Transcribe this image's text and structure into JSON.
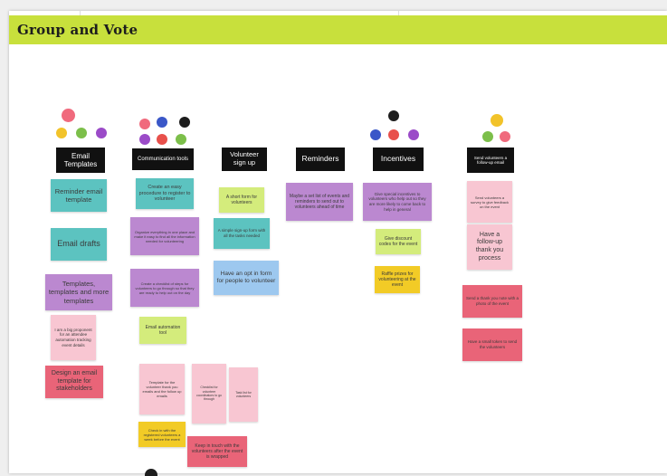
{
  "frame": {
    "title": "Group and Vote"
  },
  "colors": {
    "header_green": "#c8e03c",
    "teal": "#5cc3c0",
    "purple": "#bb88d0",
    "pink": "#f8c6d2",
    "red": "#e96478",
    "yellow": "#f2cb26",
    "lime": "#d4ec7c",
    "blue": "#9dc8ef"
  },
  "columns": {
    "email_templates": {
      "header": "Email Templates",
      "notes": [
        "Reminder email template",
        "Email drafts",
        "Templates, templates and more templates",
        "I am a big proponent for an attendee automation tracking event details",
        "Design an email template for stakeholders"
      ]
    },
    "communication": {
      "header": "Communication tools",
      "notes": [
        "Create an easy procedure to register to volunteer",
        "Organize everything in one place and make it easy to find all the information needed for volunteering",
        "Create a checklist of steps for volunteers to go through so that they are ready to help out on the day",
        "Email automation tool",
        "Template for the volunteer thank you emails and the follow up emails",
        "Checklist for volunteer coordinators to go through",
        "Task list for volunteers",
        "Check in with the registered volunteers a week before the event",
        "Keep in touch with the volunteers after the event is wrapped"
      ]
    },
    "volunteer_signup": {
      "header": "Volunteer sign up",
      "notes": [
        "A short form for volunteers",
        "A simple sign-up form with all the tasks needed",
        "Have an opt in form for people to volunteer"
      ]
    },
    "reminders": {
      "header": "Reminders",
      "notes": [
        "Maybe a set list of events and reminders to send out to volunteers ahead of time"
      ]
    },
    "incentives": {
      "header": "Incentives",
      "notes": [
        "Give special incentives to volunteers who help out so they are more likely to come back to help in general",
        "Give discount codes for the event",
        "Raffle prizes for volunteering at the event"
      ]
    },
    "follow_up": {
      "header": "Send volunteers a follow-up email",
      "notes": [
        "Send volunteers a survey to give feedback on the event",
        "Have a follow-up thank you process",
        "Send a thank you note with a photo of the event",
        "Have a small token to send the volunteers"
      ]
    }
  }
}
